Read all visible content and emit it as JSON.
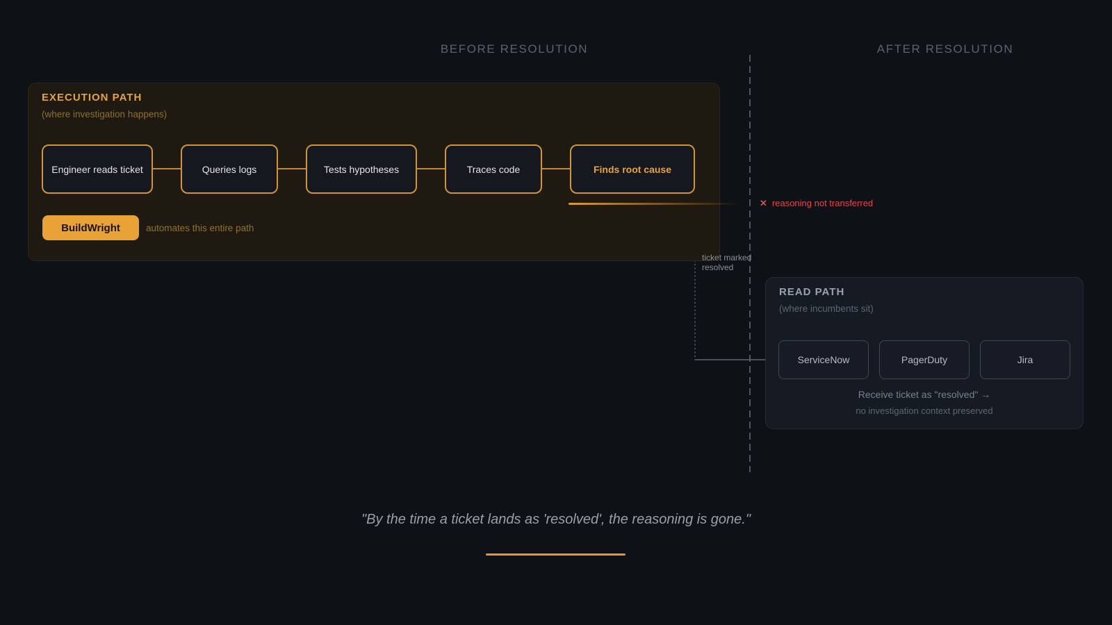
{
  "headers": {
    "before": "BEFORE RESOLUTION",
    "after": "AFTER RESOLUTION"
  },
  "execution_panel": {
    "title": "EXECUTION PATH",
    "subtitle": "(where investigation happens)",
    "steps": [
      "Engineer reads ticket",
      "Queries logs",
      "Tests hypotheses",
      "Traces code",
      "Finds root cause"
    ],
    "brand": {
      "label": "BuildWright",
      "description": "automates this entire path"
    }
  },
  "annotations": {
    "not_transferred": {
      "icon_glyph": "✕",
      "label": "reasoning not transferred"
    },
    "ticket_marked": {
      "line1": "ticket marked",
      "line2": "resolved"
    }
  },
  "read_panel": {
    "title": "READ PATH",
    "subtitle": "(where incumbents sit)",
    "tools": [
      "ServiceNow",
      "PagerDuty",
      "Jira"
    ],
    "receive_line": "Receive ticket as \"resolved\" →",
    "context_line": "no investigation context preserved"
  },
  "quote": "\"By the time a ticket lands as 'resolved', the reasoning is gone.\"",
  "colors": {
    "accent_orange": "#e8a235",
    "border_orange": "#d2952f",
    "alert_red": "#e2494d",
    "muted_slate": "#5b6370",
    "background": "#0e1116"
  }
}
